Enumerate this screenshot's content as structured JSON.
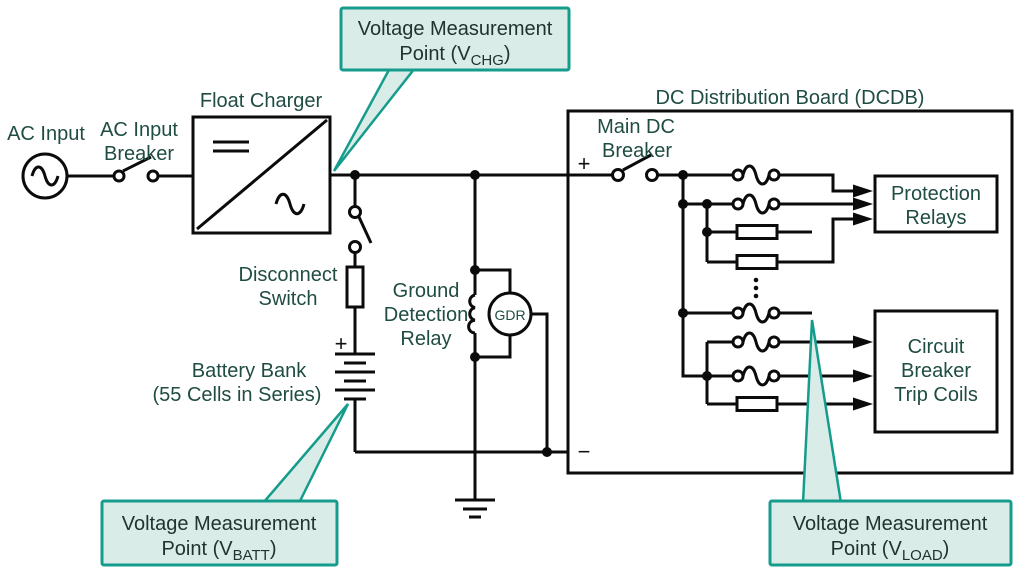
{
  "colors": {
    "accent_teal": "#169c8c",
    "callout_fill": "#daece8",
    "label_text": "#1f4c43",
    "wire_black": "#0b0b0b",
    "background": "#ffffff"
  },
  "labels": {
    "ac_input": "AC Input",
    "ac_breaker": [
      "AC Input",
      "Breaker"
    ],
    "float_charger": "Float Charger",
    "disconnect_switch": [
      "Disconnect",
      "Switch"
    ],
    "battery_bank": [
      "Battery Bank",
      "(55 Cells in Series)"
    ],
    "battery_plus": "+",
    "ground_relay": [
      "Ground",
      "Detection",
      "Relay"
    ],
    "gdr": "GDR",
    "dcdb_title": "DC Distribution Board (DCDB)",
    "main_breaker": [
      "Main DC",
      "Breaker"
    ],
    "bus_plus": "+",
    "bus_minus": "−",
    "protection_relays": [
      "Protection",
      "Relays"
    ],
    "trip_coils": [
      "Circuit",
      "Breaker",
      "Trip Coils"
    ]
  },
  "callouts": {
    "chg": {
      "line1": "Voltage Measurement",
      "pre": "Point (V",
      "sub": "CHG",
      "post": ")"
    },
    "batt": {
      "line1": "Voltage Measurement",
      "pre": "Point (V",
      "sub": "BATT",
      "post": ")"
    },
    "load": {
      "line1": "Voltage Measurement",
      "pre": "Point (V",
      "sub": "LOAD",
      "post": ")"
    }
  }
}
